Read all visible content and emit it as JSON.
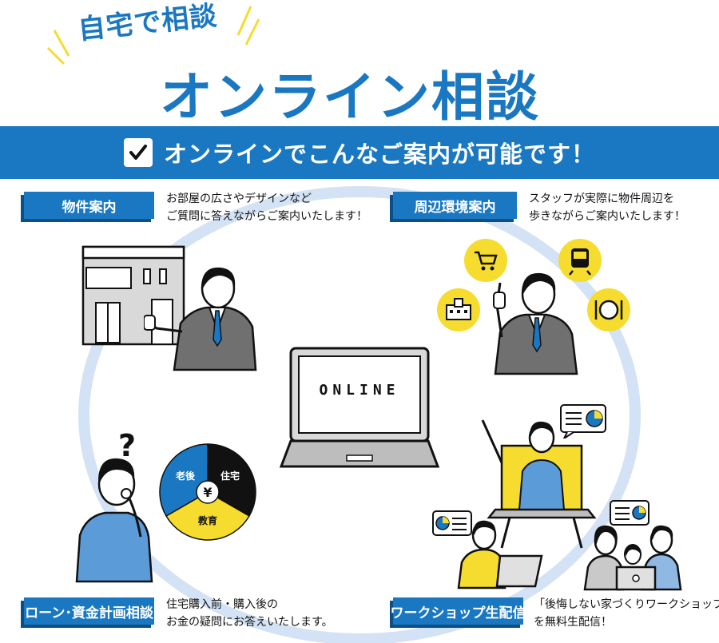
{
  "header": {
    "subtitle": "自宅で相談",
    "title": "オンライン相談"
  },
  "banner": {
    "text": "オンラインでこんなご案内が可能です！"
  },
  "laptop": {
    "screen_text": "ONLINE"
  },
  "sections": [
    {
      "label": "物件案内",
      "desc": [
        "お部屋の広さやデザインなど",
        "ご質問に答えながらご案内いたします！"
      ]
    },
    {
      "label": "周辺環境案内",
      "desc": [
        "スタッフが実際に物件周辺を",
        "歩きながらご案内いたします！"
      ]
    },
    {
      "label": "ローン･資金計画相談",
      "desc": [
        "住宅購入前・購入後の",
        "お金の疑問にお答えいたします。"
      ]
    },
    {
      "label": "ワークショップ生配信",
      "desc": [
        "「後悔しない家づくりワークショップ」",
        "を無料生配信！"
      ]
    }
  ],
  "pie": {
    "segments": [
      "住宅",
      "教育",
      "老後"
    ],
    "center": "¥",
    "colors": [
      "#111111",
      "#f6dc2f",
      "#1a78c2"
    ]
  },
  "question_mark": "?",
  "colors": {
    "brand": "#1a78c2",
    "accent": "#f6dc2f",
    "dark": "#111111"
  }
}
